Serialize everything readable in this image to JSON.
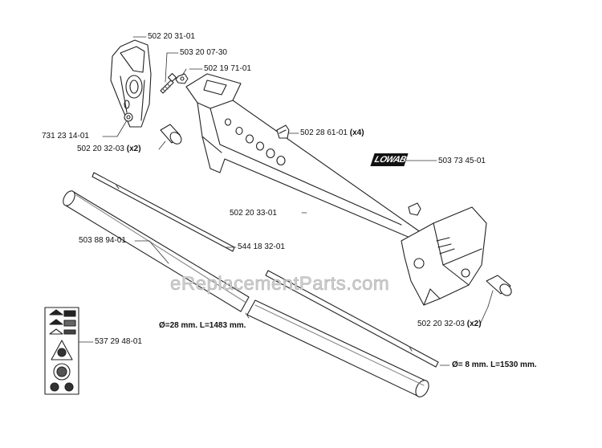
{
  "parts": {
    "p_handle": "502 20 31-01",
    "p_screw": "503 20 07-30",
    "p_nut": "502 19 71-01",
    "p_washer": "731 23 14-01",
    "p_cap_left": "502 20 32-03",
    "p_cap_left_qty": "(x2)",
    "p_clip": "502 28 61-01",
    "p_clip_qty": "(x4)",
    "p_decal": "503 73 45-01",
    "p_frame": "502 20 33-01",
    "p_tube": "503 88 94-01",
    "p_rod": "544 18 32-01",
    "p_cap_right": "502 20 32-03",
    "p_cap_right_qty": "(x2)",
    "p_label": "537 29 48-01"
  },
  "dimensions": {
    "tube_dim": "Ø=28 mm. L=1483 mm.",
    "rod_dim": "Ø= 8 mm. L=1530 mm."
  },
  "decal_text": "LOWAB",
  "watermark": "eReplacementParts.com"
}
